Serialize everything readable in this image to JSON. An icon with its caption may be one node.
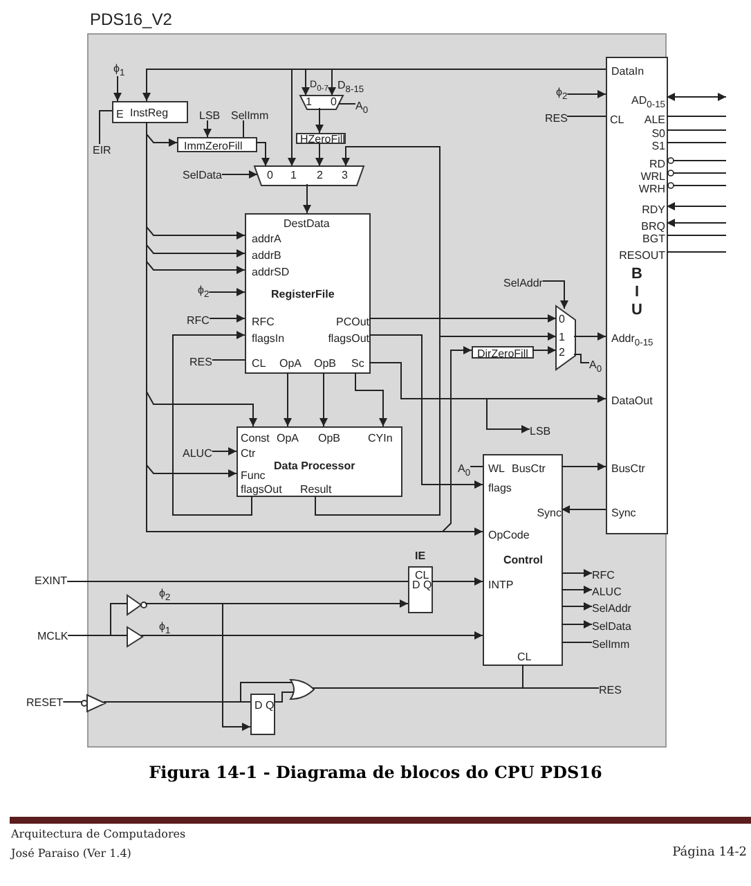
{
  "diagram": {
    "caption": "Figura 14-1 - Diagrama de blocos do CPU PDS16",
    "nodes": [
      {
        "text": [
          "PDS16_V2"
        ]
      },
      {
        "text": [
          "E",
          "InstReg"
        ],
        "in": 0
      },
      {
        "text": [
          "ImmZeroFill"
        ],
        "in": 0
      },
      {
        "text": [
          "1",
          "0"
        ],
        "in": 0,
        "beside": [
          "D$_{0-7}$",
          "D$_{8-15}$"
        ]
      },
      {
        "text": [
          "HZeroFill"
        ],
        "in": 0
      },
      {
        "text": [
          "0",
          "1",
          "2",
          "3"
        ],
        "in": 0
      },
      {
        "text": [
          "DestData",
          "addrA",
          "addrB",
          "addrSD",
          "RegisterFile",
          "RFC",
          "PCOut",
          "flagsIn",
          "flagsOut",
          "CL",
          "OpA",
          "OpB",
          "Sc"
        ],
        "in": 0
      },
      {
        "text": [
          "Const",
          "OpA",
          "OpB",
          "CYIn",
          "Ctr",
          "Data Processor",
          "Func",
          "flagsOut",
          "Result"
        ],
        "in": 0
      },
      {
        "text": [
          "0",
          "1",
          "2"
        ],
        "in": 0
      },
      {
        "text": [
          "DirZeroFill"
        ],
        "in": 0
      },
      {
        "text": [
          "WL",
          "BusCtr",
          "flags",
          "Sync",
          "OpCode",
          "Control",
          "INTP",
          "CL"
        ],
        "in": 0
      },
      {
        "text": [
          "DataIn",
          "AD$_{0-15}$",
          "CL",
          "ALE",
          "S0",
          "S1",
          "RD",
          "WRL",
          "WRH",
          "RDY",
          "BRQ",
          "BGT",
          "RESOUT",
          "B I U",
          "Addr$_{0-15}$",
          "DataOut",
          "BusCtr",
          "Sync"
        ],
        "in": 0
      },
      {
        "text": [
          "IE",
          "CL",
          "D",
          "Q"
        ],
        "in": 0
      },
      {
        "text": [
          "D",
          "Q"
        ],
        "in": 0
      },
      {
        "text": [],
        "shape": "gate",
        "in": 0
      },
      {
        "text": [],
        "shape": "triangle",
        "in": 0,
        "beside": [
          "ϕ$_{2}$"
        ]
      },
      {
        "text": [],
        "shape": "triangle",
        "in": 0,
        "beside": [
          "ϕ$_{1}$"
        ]
      },
      {
        "text": [],
        "shape": "triangle",
        "in": 0
      },
      {
        "text": [
          "ϕ$_{1}$"
        ],
        "in": 0
      },
      {
        "text": [
          "EIR"
        ],
        "in": 0
      },
      {
        "text": [
          "LSB"
        ],
        "in": 0
      },
      {
        "text": [
          "SelImm"
        ],
        "in": 0
      },
      {
        "text": [
          "A$_{0}$"
        ],
        "in": 0
      },
      {
        "text": [
          "SelData"
        ],
        "in": 0
      },
      {
        "text": [
          "ϕ$_{2}$"
        ],
        "in": 0
      },
      {
        "text": [
          "RFC"
        ],
        "in": 0
      },
      {
        "text": [
          "RES"
        ],
        "in": 0
      },
      {
        "text": [
          "ALUC"
        ],
        "in": 0
      },
      {
        "text": [
          "ϕ$_{2}$"
        ],
        "in": 0
      },
      {
        "text": [
          "RES"
        ],
        "in": 0
      },
      {
        "text": [
          "SelAddr"
        ],
        "in": 0
      },
      {
        "text": [
          "A$_{0}$"
        ],
        "in": 0
      },
      {
        "text": [
          "LSB"
        ],
        "in": 0
      },
      {
        "text": [
          "A$_{0}$"
        ],
        "in": 0
      },
      {
        "text": [
          "EXINT"
        ]
      },
      {
        "text": [
          "MCLK"
        ]
      },
      {
        "text": [
          "RESET"
        ]
      },
      {
        "text": [
          "RFC"
        ],
        "in": 0
      },
      {
        "text": [
          "ALUC"
        ],
        "in": 0
      },
      {
        "text": [
          "SelAddr"
        ],
        "in": 0
      },
      {
        "text": [
          "SelData"
        ],
        "in": 0
      },
      {
        "text": [
          "SelImm"
        ],
        "in": 0
      },
      {
        "text": [
          "RES"
        ],
        "in": 0
      }
    ],
    "edges": [
      {
        "from": 1,
        "to": 2,
        "arrow": "to"
      },
      {
        "from": 2,
        "to": 5,
        "arrow": "to"
      },
      {
        "from": 3,
        "to": 4,
        "arrow": "to"
      },
      {
        "from": 4,
        "to": 5,
        "arrow": "to"
      },
      {
        "from": 5,
        "to": 6,
        "arrow": "to"
      },
      {
        "from": 1,
        "to": 6,
        "arrow": "to"
      },
      {
        "from": 1,
        "to": 6,
        "arrow": "to"
      },
      {
        "from": 1,
        "to": 6,
        "arrow": "to"
      },
      {
        "from": 6,
        "to": 7,
        "arrow": "to"
      },
      {
        "from": 6,
        "to": 7,
        "arrow": "to"
      },
      {
        "from": 6,
        "to": 7,
        "arrow": "to"
      },
      {
        "from": 1,
        "to": 7,
        "arrow": "to"
      },
      {
        "from": 1,
        "to": 7,
        "arrow": "to"
      },
      {
        "from": 7,
        "to": 6,
        "arrow": "to"
      },
      {
        "from": 7,
        "to": 5,
        "arrow": "to"
      },
      {
        "from": 7,
        "to": 8,
        "arrow": "to"
      },
      {
        "from": 6,
        "to": 8,
        "arrow": "to"
      },
      {
        "from": 6,
        "to": 10,
        "arrow": "to"
      },
      {
        "from": 6,
        "to": 11,
        "arrow": "to"
      },
      {
        "from": 9,
        "to": 8,
        "arrow": "to"
      },
      {
        "from": 8,
        "to": 11,
        "arrow": "to"
      },
      {
        "from": 10,
        "to": 11,
        "arrow": "to"
      },
      {
        "from": 11,
        "to": 10,
        "arrow": "to"
      },
      {
        "from": 1,
        "to": 10,
        "arrow": "to"
      },
      {
        "from": 1,
        "to": 9,
        "arrow": "to"
      },
      {
        "from": 12,
        "to": 10,
        "arrow": "to"
      },
      {
        "from": 16,
        "to": 10,
        "arrow": "to"
      },
      {
        "from": 15,
        "to": 12,
        "arrow": "to"
      },
      {
        "from": 17,
        "to": 13,
        "arrow": "none"
      },
      {
        "from": 13,
        "to": 14,
        "arrow": "none"
      },
      {
        "from": 17,
        "to": 14,
        "arrow": "none"
      },
      {
        "from": 14,
        "to": 10,
        "arrow": "none"
      },
      {
        "from": 15,
        "to": 13,
        "arrow": "to"
      },
      {
        "from": 11,
        "to": 1,
        "arrow": "to"
      },
      {
        "from": 11,
        "to": 3,
        "arrow": "to"
      },
      {
        "from": 11,
        "to": 3,
        "arrow": "to"
      },
      {
        "from": 11,
        "to": 5,
        "arrow": "to"
      },
      {
        "from": null,
        "to": 11,
        "arrow": "both"
      },
      {
        "from": 11,
        "to": null,
        "arrow": "none"
      },
      {
        "from": 11,
        "to": null,
        "arrow": "none"
      },
      {
        "from": 11,
        "to": null,
        "arrow": "none"
      },
      {
        "from": 11,
        "to": null,
        "arrow": "other"
      },
      {
        "from": 11,
        "to": null,
        "arrow": "other"
      },
      {
        "from": 11,
        "to": null,
        "arrow": "other"
      },
      {
        "from": null,
        "to": 11,
        "arrow": "to"
      },
      {
        "from": null,
        "to": 11,
        "arrow": "to"
      },
      {
        "from": 11,
        "to": null,
        "arrow": "none"
      },
      {
        "from": 11,
        "to": null,
        "arrow": "none"
      },
      {
        "from": 18,
        "to": 1,
        "arrow": "to"
      },
      {
        "from": 19,
        "to": 1,
        "arrow": "none"
      },
      {
        "from": 20,
        "to": 2,
        "arrow": "to"
      },
      {
        "from": 21,
        "to": 2,
        "arrow": "none"
      },
      {
        "from": 22,
        "to": 3,
        "arrow": "none"
      },
      {
        "from": 23,
        "to": 5,
        "arrow": "to"
      },
      {
        "from": 24,
        "to": 6,
        "arrow": "to"
      },
      {
        "from": 25,
        "to": 6,
        "arrow": "to"
      },
      {
        "from": 26,
        "to": 6,
        "arrow": "none"
      },
      {
        "from": 27,
        "to": 7,
        "arrow": "to"
      },
      {
        "from": 28,
        "to": 11,
        "arrow": "to"
      },
      {
        "from": 29,
        "to": 11,
        "arrow": "none"
      },
      {
        "from": 30,
        "to": 8,
        "arrow": "to"
      },
      {
        "from": 8,
        "to": 31,
        "arrow": "none"
      },
      {
        "from": 6,
        "to": 32,
        "arrow": "to"
      },
      {
        "from": 33,
        "to": 10,
        "arrow": "none"
      },
      {
        "from": 34,
        "to": 12,
        "arrow": "none"
      },
      {
        "from": 35,
        "to": 16,
        "arrow": "none"
      },
      {
        "from": 35,
        "to": 15,
        "arrow": "none"
      },
      {
        "from": 36,
        "to": 17,
        "arrow": "none"
      },
      {
        "from": 10,
        "to": 37,
        "arrow": "to"
      },
      {
        "from": 10,
        "to": 38,
        "arrow": "to"
      },
      {
        "from": 10,
        "to": 39,
        "arrow": "to"
      },
      {
        "from": 10,
        "to": 40,
        "arrow": "to"
      },
      {
        "from": 10,
        "to": 41,
        "arrow": "none"
      },
      {
        "from": 14,
        "to": 42,
        "arrow": "none"
      }
    ],
    "labels": [
      "Arquitectura de Computadores",
      "José Paraiso (Ver 1.4)",
      "Página 14-2"
    ]
  }
}
